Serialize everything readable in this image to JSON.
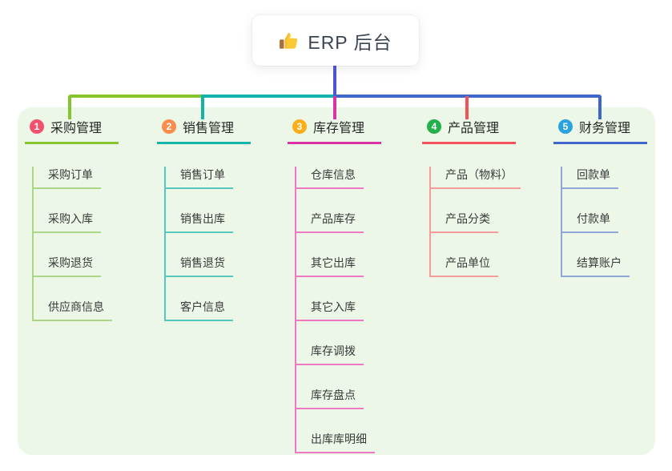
{
  "root": {
    "label": "ERP 后台",
    "icon": "thumbs-up-icon"
  },
  "connector": {
    "stem_color": "#4f55d2",
    "left_bus_color": "#85c32f",
    "mid_bus_color": "#14b3aa",
    "right_bus_color": "#3e66cb"
  },
  "panel_color": "#ecf7e8",
  "branches": [
    {
      "index": "1",
      "label": "采购管理",
      "badge_color": "#f4516c",
      "accent_color": "#85c32f",
      "light_color": "#abd687",
      "children": [
        "采购订单",
        "采购入库",
        "采购退货",
        "供应商信息"
      ]
    },
    {
      "index": "2",
      "label": "销售管理",
      "badge_color": "#fa8c4c",
      "accent_color": "#14b3aa",
      "light_color": "#56c7bf",
      "children": [
        "销售订单",
        "销售出库",
        "销售退货",
        "客户信息"
      ]
    },
    {
      "index": "3",
      "label": "库存管理",
      "badge_color": "#fbae17",
      "accent_color": "#da34a4",
      "light_color": "#ef79c0",
      "children": [
        "仓库信息",
        "产品库存",
        "其它出库",
        "其它入库",
        "库存调拨",
        "库存盘点",
        "出库库明细"
      ]
    },
    {
      "index": "4",
      "label": "产品管理",
      "badge_color": "#23b14d",
      "accent_color": "#f4525a",
      "light_color": "#f59b9b",
      "children": [
        "产品（物料）",
        "产品分类",
        "产品单位"
      ]
    },
    {
      "index": "5",
      "label": "财务管理",
      "badge_color": "#29a2dd",
      "accent_color": "#3e66cb",
      "light_color": "#8fa6d9",
      "children": [
        "回款单",
        "付款单",
        "结算账户"
      ]
    }
  ]
}
